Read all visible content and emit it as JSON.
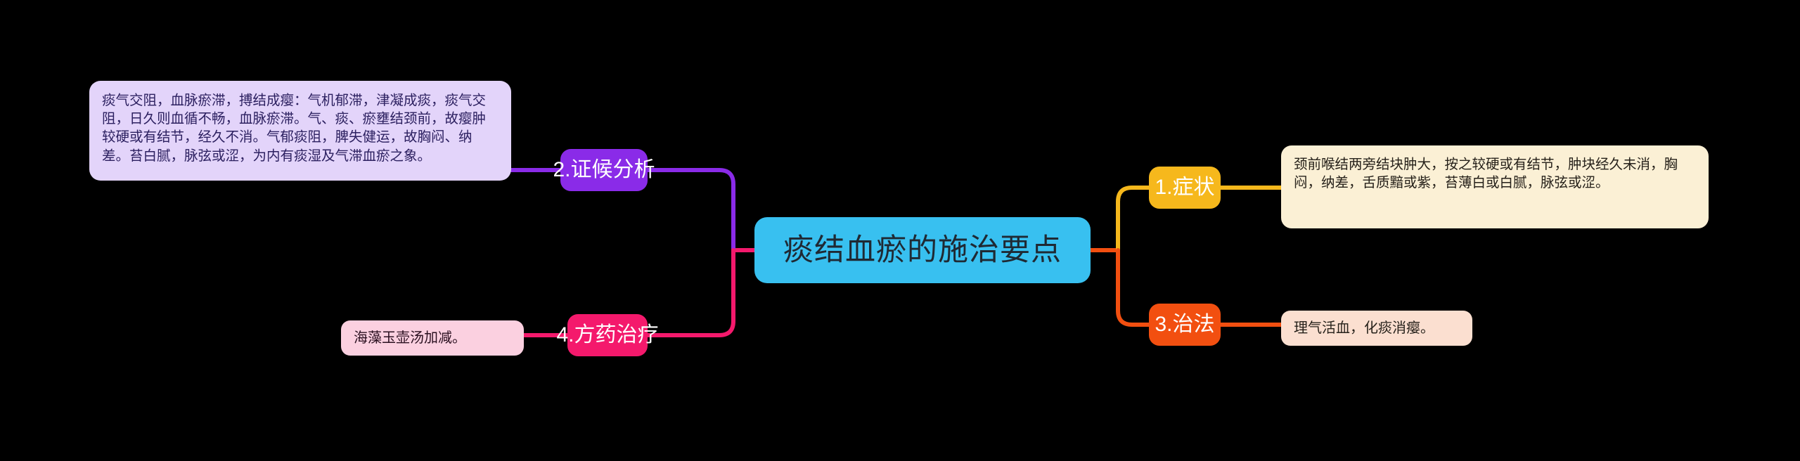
{
  "diagram": {
    "type": "mind-map",
    "background_color": "#000000",
    "root": {
      "label": "痰结血瘀的施治要点",
      "color": "#38c0f0",
      "text_color": "#1f2933"
    },
    "branches": [
      {
        "id": "symptom",
        "label": "1.症状",
        "color": "#f6b81c",
        "side": "right",
        "leaf": {
          "text": "颈前喉结两旁结块肿大，按之较硬或有结节，肿块经久未消，胸闷，纳差，舌质黯或紫，苔薄白或白腻，脉弦或涩。",
          "color": "#fbf0d5"
        }
      },
      {
        "id": "analysis",
        "label": "2.证候分析",
        "color": "#8a2be8",
        "side": "left",
        "leaf": {
          "text": "痰气交阻，血脉瘀滞，搏结成瘿：气机郁滞，津凝成痰，痰气交阻，日久则血循不畅，血脉瘀滞。气、痰、瘀壅结颈前，故瘿肿较硬或有结节，经久不消。气郁痰阻，脾失健运，故胸闷、纳差。苔白腻，脉弦或涩，为内有痰湿及气滞血瘀之象。",
          "color": "#e3d4fa"
        }
      },
      {
        "id": "therapy",
        "label": "3.治法",
        "color": "#f24f10",
        "side": "right",
        "leaf": {
          "text": "理气活血，化痰消瘿。",
          "color": "#fbdfd0"
        }
      },
      {
        "id": "formula",
        "label": "4.方药治疗",
        "color": "#f4196c",
        "side": "left",
        "leaf": {
          "text": "海藻玉壶汤加减。",
          "color": "#fbd0e0"
        }
      }
    ],
    "connector_colors": {
      "analysis": "#8a2be8",
      "formula": "#f4196c",
      "symptom": "#f6b81c",
      "therapy": "#f24f10"
    }
  }
}
